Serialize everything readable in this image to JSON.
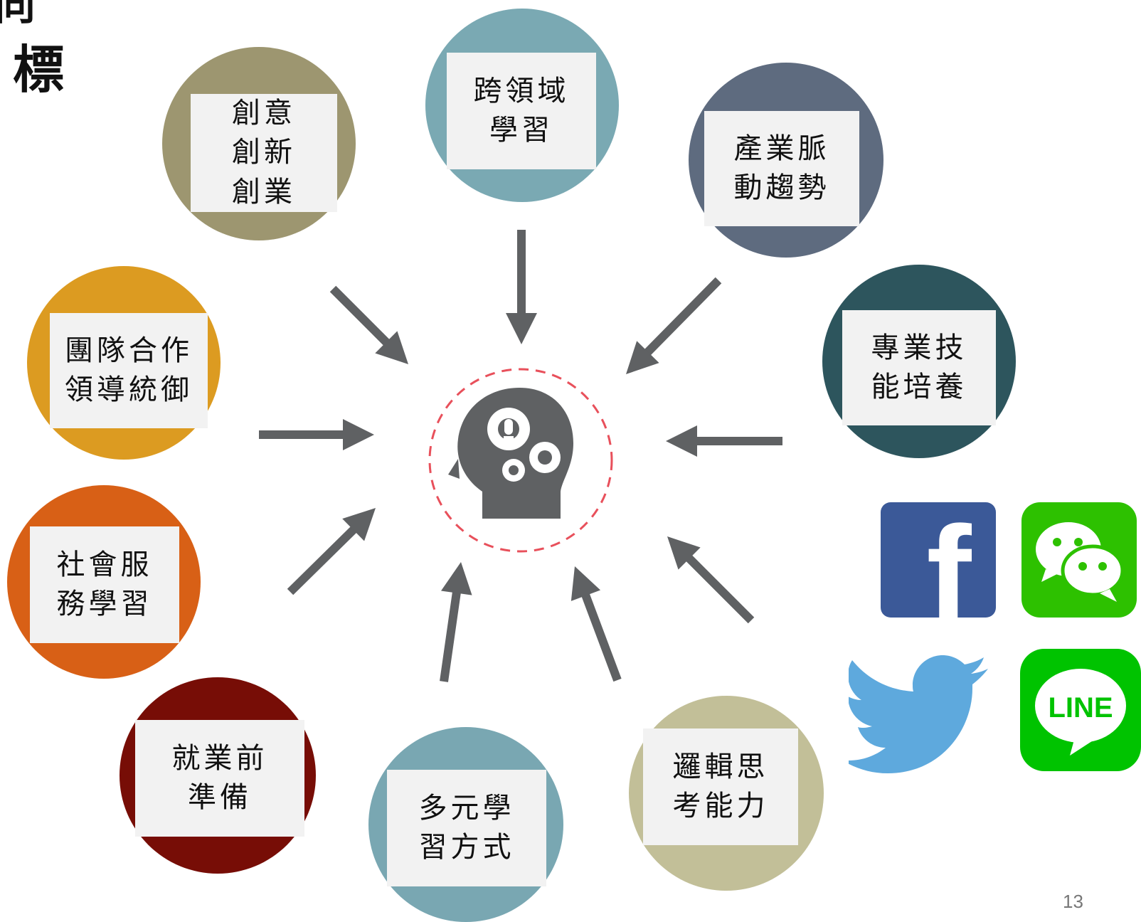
{
  "title": {
    "line1": "向",
    "line2": "標"
  },
  "colors": {
    "arrow": "#5f6163",
    "dashed_ring": "#e8505b",
    "head": "#5f6163",
    "label_box": "#f2f2f2"
  },
  "nodes": [
    {
      "id": "creativity",
      "label": "創意\n創新\n創業",
      "color": "#9d9670"
    },
    {
      "id": "cross-domain",
      "label": "跨領域\n學習",
      "color": "#7aa9b3"
    },
    {
      "id": "industry-trends",
      "label": "產業脈\n動趨勢",
      "color": "#5e6b7f"
    },
    {
      "id": "professional-skills",
      "label": "專業技\n能培養",
      "color": "#2d555d"
    },
    {
      "id": "logical-thinking",
      "label": "邏輯思\n考能力",
      "color": "#c2bf98"
    },
    {
      "id": "diverse-learning",
      "label": "多元學\n習方式",
      "color": "#79a7b2"
    },
    {
      "id": "pre-employment",
      "label": "就業前\n準備",
      "color": "#770d06"
    },
    {
      "id": "service-learning",
      "label": "社會服\n務學習",
      "color": "#d86016"
    },
    {
      "id": "teamwork",
      "label": "團隊合作\n領導統御",
      "color": "#dc9b21"
    }
  ],
  "center": {
    "icon": "head-gears-icon"
  },
  "social": [
    {
      "id": "facebook",
      "icon": "facebook-icon",
      "glyph": "f",
      "color": "#3b5998"
    },
    {
      "id": "wechat",
      "icon": "wechat-icon",
      "color": "#2dc100"
    },
    {
      "id": "twitter",
      "icon": "twitter-bird-icon",
      "color": "#5ea9dd"
    },
    {
      "id": "line",
      "icon": "line-icon",
      "text": "LINE",
      "color": "#00c300"
    }
  ],
  "page_number": "13"
}
